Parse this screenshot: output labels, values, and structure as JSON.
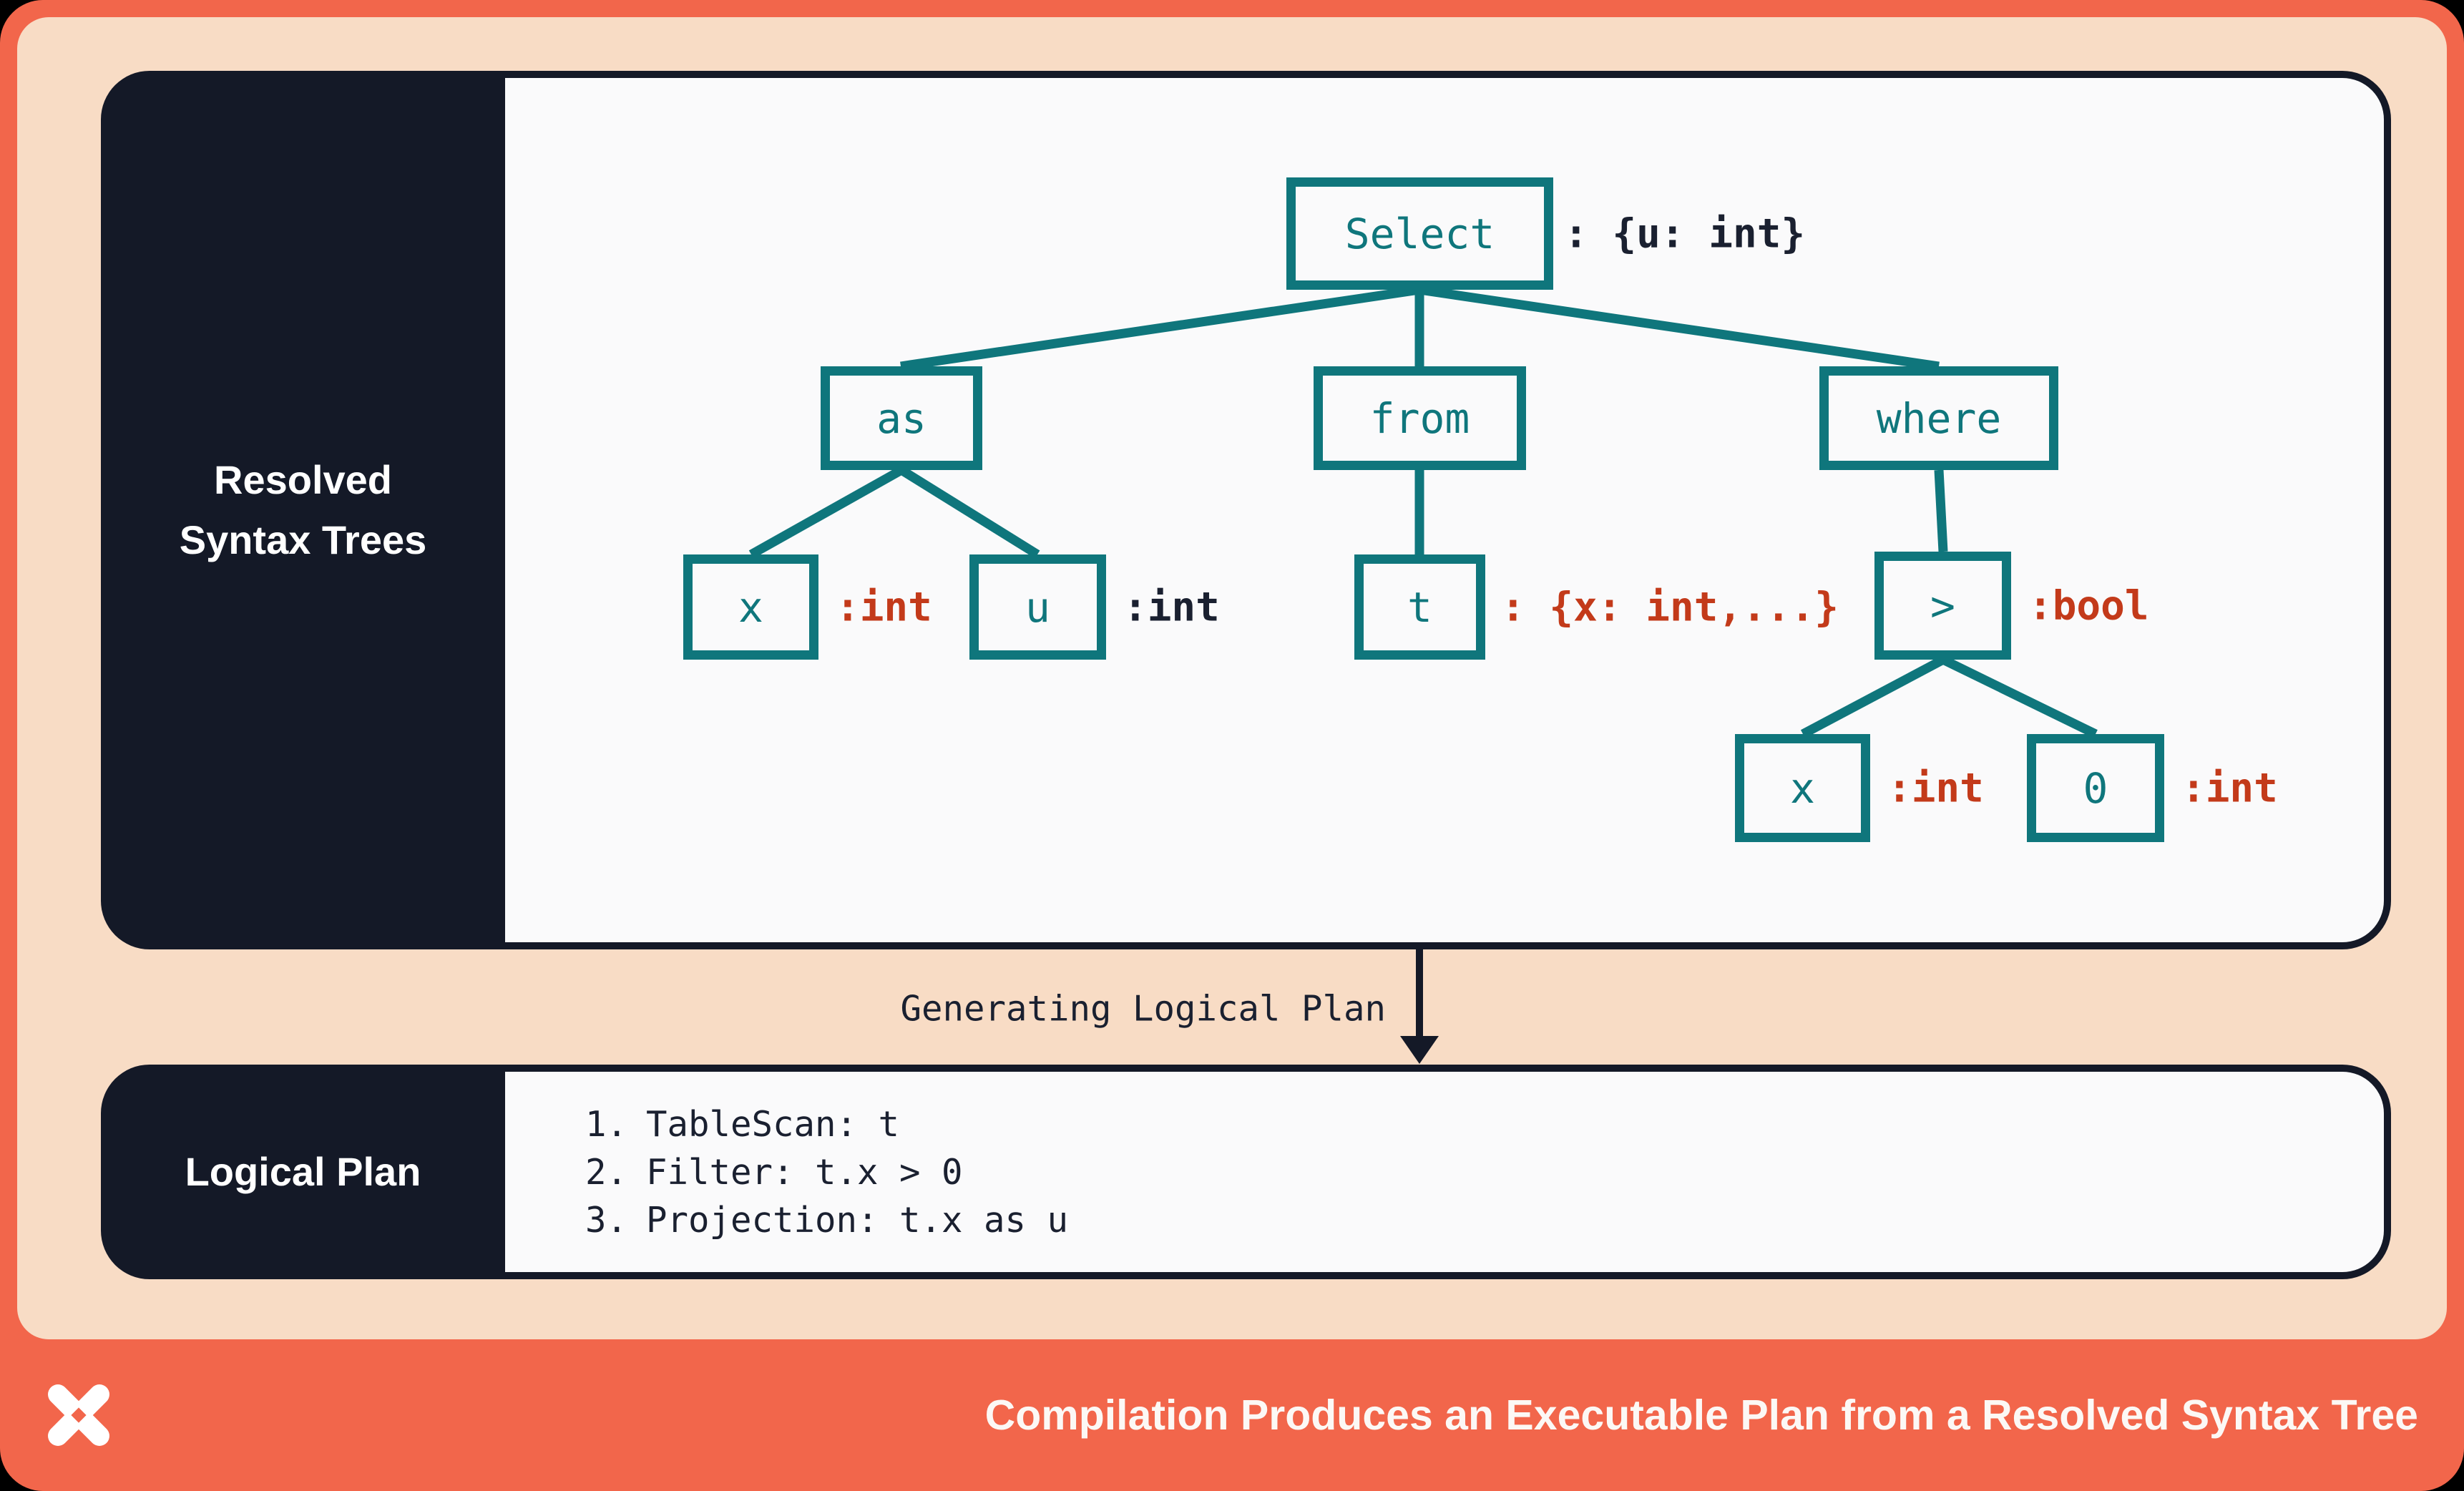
{
  "colors": {
    "frame_orange": "#F2664B",
    "canvas_peach": "#F8DCC5",
    "panel_dark_navy": "#141927",
    "panel_white": "#FAFAFB",
    "tree_teal": "#0F767C",
    "type_red": "#C33A1A",
    "text_dark": "#1A2030",
    "text_light": "#FCF8F5"
  },
  "panels": {
    "resolved": {
      "title_line1": "Resolved",
      "title_line2": "Syntax Trees"
    },
    "plan": {
      "title": "Logical Plan"
    }
  },
  "tree": {
    "select": {
      "label": "Select",
      "type": ": {u: int}"
    },
    "as": {
      "label": "as"
    },
    "from": {
      "label": "from"
    },
    "where": {
      "label": "where"
    },
    "x_as": {
      "label": "x",
      "type": ":int"
    },
    "u_as": {
      "label": "u",
      "type": ":int"
    },
    "t_from": {
      "label": "t",
      "type": ": {x: int,...}"
    },
    "gt_where": {
      "label": ">",
      "type": ":bool"
    },
    "x_gt": {
      "label": "x",
      "type": ":int"
    },
    "zero_gt": {
      "label": "0",
      "type": ":int"
    }
  },
  "transition": {
    "label": "Generating Logical Plan"
  },
  "plan": {
    "steps": [
      {
        "num": "1.",
        "text": "TableScan: t"
      },
      {
        "num": "2.",
        "text": "Filter: t.x > 0"
      },
      {
        "num": "3.",
        "text": "Projection: t.x as u"
      }
    ]
  },
  "footer": {
    "caption": "Compilation Produces an Executable Plan from a Resolved Syntax Tree"
  }
}
